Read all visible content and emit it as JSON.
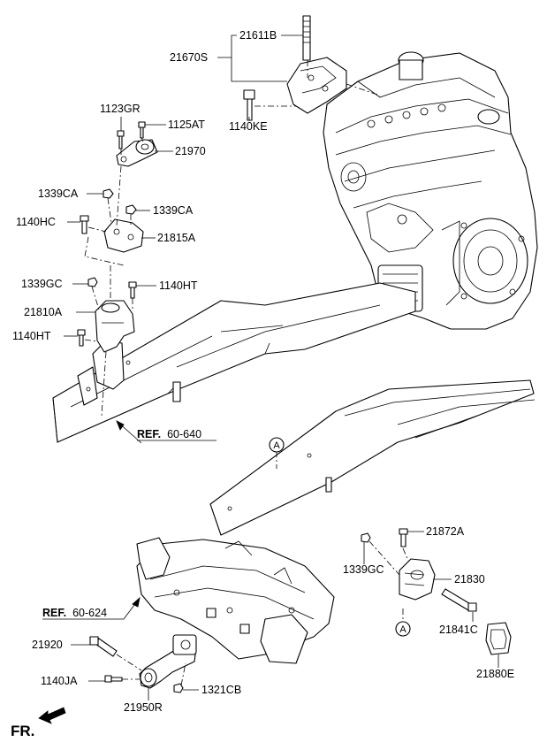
{
  "labels": {
    "p21611B": "21611B",
    "p21670S": "21670S",
    "p1140KE": "1140KE",
    "p1123GR": "1123GR",
    "p1125AT": "1125AT",
    "p21970": "21970",
    "p1339CA_a": "1339CA",
    "p1339CA_b": "1339CA",
    "p1140HC": "1140HC",
    "p21815A": "21815A",
    "p1339GC_a": "1339GC",
    "p1140HT_a": "1140HT",
    "p21810A": "21810A",
    "p1140HT_b": "1140HT",
    "p21872A": "21872A",
    "p1339GC_b": "1339GC",
    "p21830": "21830",
    "p21841C": "21841C",
    "p21880E": "21880E",
    "p21920": "21920",
    "p1140JA": "1140JA",
    "p1321CB": "1321CB",
    "p21950R": "21950R"
  },
  "refs": {
    "ref1_bold": "REF.",
    "ref1_num": "60-640",
    "ref2_bold": "REF.",
    "ref2_num": "60-624"
  },
  "markers": {
    "a1": "A",
    "a2": "A"
  },
  "direction": {
    "fr": "FR."
  }
}
